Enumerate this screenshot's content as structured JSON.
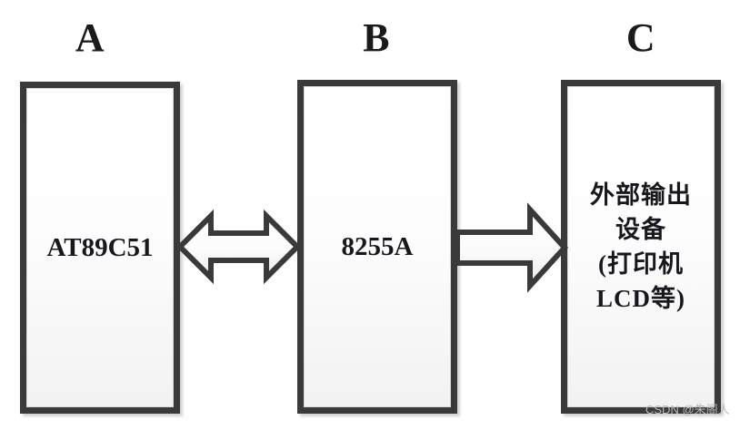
{
  "diagram": {
    "title_labels": [
      {
        "id": "A",
        "text": "A"
      },
      {
        "id": "B",
        "text": "B"
      },
      {
        "id": "C",
        "text": "C"
      }
    ],
    "blocks": [
      {
        "id": "A",
        "label": "A",
        "text": "AT89C51",
        "lines": [
          "AT89C51"
        ]
      },
      {
        "id": "B",
        "label": "B",
        "text": "8255A",
        "lines": [
          "8255A"
        ]
      },
      {
        "id": "C",
        "label": "C",
        "text": "外部输出设备(打印机LCD等)",
        "lines": [
          "外部输出",
          "设备",
          "(打印机",
          "LCD等)"
        ]
      }
    ],
    "connectors": [
      {
        "id": "a-b",
        "type": "double-arrow",
        "direction": "bidirectional",
        "from": "A",
        "to": "B"
      },
      {
        "id": "b-c",
        "type": "single-arrow",
        "direction": "right",
        "from": "B",
        "to": "C"
      }
    ],
    "colors": {
      "border": "#3a3a3a",
      "box_fill": "#fbfbfb",
      "text": "#17171d",
      "background": "#ffffff",
      "watermark": "#b9b9b9"
    }
  },
  "watermark": {
    "text": "CSDN @朱阁人"
  }
}
